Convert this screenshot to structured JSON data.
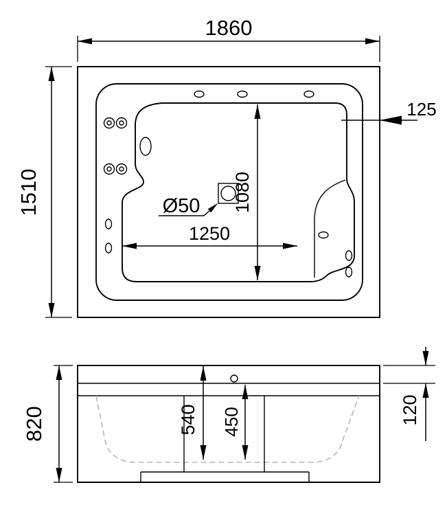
{
  "drawing": {
    "kind": "bathtub-dimension-drawing",
    "colors": {
      "line": "#000000",
      "hidden_line": "#b5b5b5",
      "background": "#ffffff"
    },
    "views": {
      "top": {
        "overall_width": "1860",
        "overall_depth": "1510",
        "rim_width_right": "125",
        "basin_depth": "1080",
        "basin_length": "1250",
        "drain_diameter": "Ø50"
      },
      "front": {
        "overall_height": "820",
        "depth_to_rim": "540",
        "depth_to_seat": "450",
        "rim_height": "120"
      }
    }
  }
}
